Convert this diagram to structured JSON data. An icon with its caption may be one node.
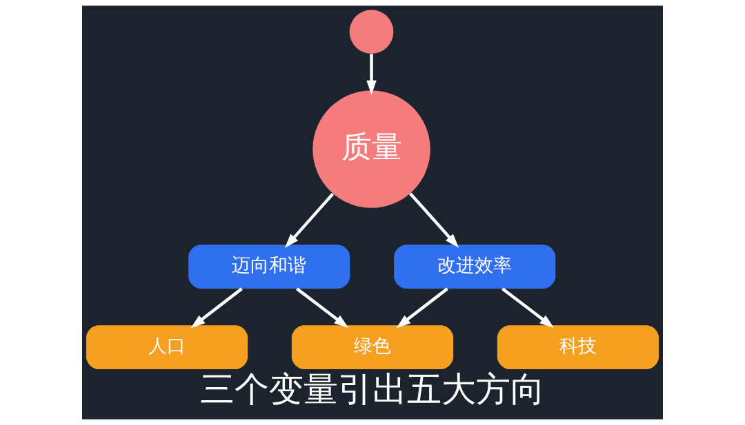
{
  "diagram": {
    "caption": "三个变量引出五大方向",
    "nodes": [
      {
        "text": [],
        "shape": "circle"
      },
      {
        "text": [
          "质量"
        ]
      },
      {
        "text": [
          "迈向和谐"
        ]
      },
      {
        "text": [
          "改进效率"
        ]
      },
      {
        "text": [
          "人口"
        ]
      },
      {
        "text": [
          "绿色"
        ]
      },
      {
        "text": [
          "科技"
        ]
      }
    ],
    "edges": [
      {
        "from": 0,
        "to": 1,
        "arrow": "to"
      },
      {
        "from": 1,
        "to": 2,
        "arrow": "to"
      },
      {
        "from": 1,
        "to": 3,
        "arrow": "to"
      },
      {
        "from": 2,
        "to": 4,
        "arrow": "to"
      },
      {
        "from": 2,
        "to": 5,
        "arrow": "to"
      },
      {
        "from": 3,
        "to": 5,
        "arrow": "to"
      },
      {
        "from": 3,
        "to": 6,
        "arrow": "to"
      }
    ]
  }
}
